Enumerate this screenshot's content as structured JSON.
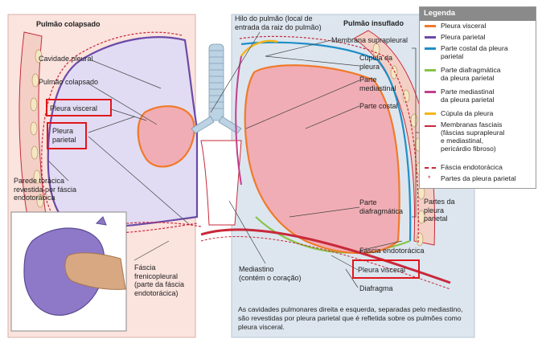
{
  "left_panel": {
    "title": "Pulmão colapsado",
    "labels": {
      "pleural_cavity": "Cavidade pleural",
      "collapsed_lung": "Pulmão colapsado",
      "visceral_pleura": "Pleura visceral",
      "parietal_pleura": "Pleura\nparietal",
      "chest_wall": "Parede torácica\nrevestida por fáscia\nendotorácica",
      "phrenicopleural_fascia": "Fáscia\nfrenicopleural\n(parte da fáscia\nendotorácica)"
    }
  },
  "center_labels": {
    "hilum": "Hilo do pulmão (local de\nentrada da raiz do pulmão)",
    "mediastinum": "Mediastino\n(contém o coração)"
  },
  "right_panel": {
    "title": "Pulmão insuflado",
    "labels": {
      "suprapleural_membrane": "Membrana suprapleural",
      "cupula": "Cúpula da\npleura",
      "mediastinal_part": "Parte\nmediastinal",
      "costal_part": "Parte costal",
      "diaphragmatic_part": "Parte\ndiafragmática",
      "parietal_parts": "Partes da\npleura\nparietal",
      "endothoracic_fascia": "Fáscia endotorácica",
      "visceral_pleura": "Pleura visceral",
      "diaphragm": "Diafragma"
    },
    "caption": "As cavidades pulmonares direita e esquerda, separadas pelo mediastino, são revestidas por pleura parietal que é refletida sobre os pulmões como pleura visceral."
  },
  "legend": {
    "title": "Legenda",
    "items": [
      {
        "label": "Pleura visceral",
        "color": "#f07a2a",
        "style": "solid"
      },
      {
        "label": "Pleura parietal",
        "color": "#6a4aa8",
        "style": "solid"
      },
      {
        "label": "Parte costal da pleura\nparietal",
        "color": "#1e8fc8",
        "style": "solid"
      },
      {
        "label": "Parte diafragmática\nda pleura parietal",
        "color": "#86c447",
        "style": "solid"
      },
      {
        "label": "Parte mediastinal\nda pleura parietal",
        "color": "#c23f8e",
        "style": "solid"
      },
      {
        "label": "Cúpula da pleura",
        "color": "#f3b51a",
        "style": "solid"
      },
      {
        "label": "Membranas fasciais\n(fáscias suprapleural\ne mediastinal,\npericárdio fibroso)",
        "color": "#c8293b",
        "style": "solid"
      },
      {
        "label": "Fáscia endotorácica",
        "color": "#c8293b",
        "style": "dashed"
      },
      {
        "label": "Partes da pleura parietal",
        "color": "#c8293b",
        "style": "star"
      }
    ]
  }
}
